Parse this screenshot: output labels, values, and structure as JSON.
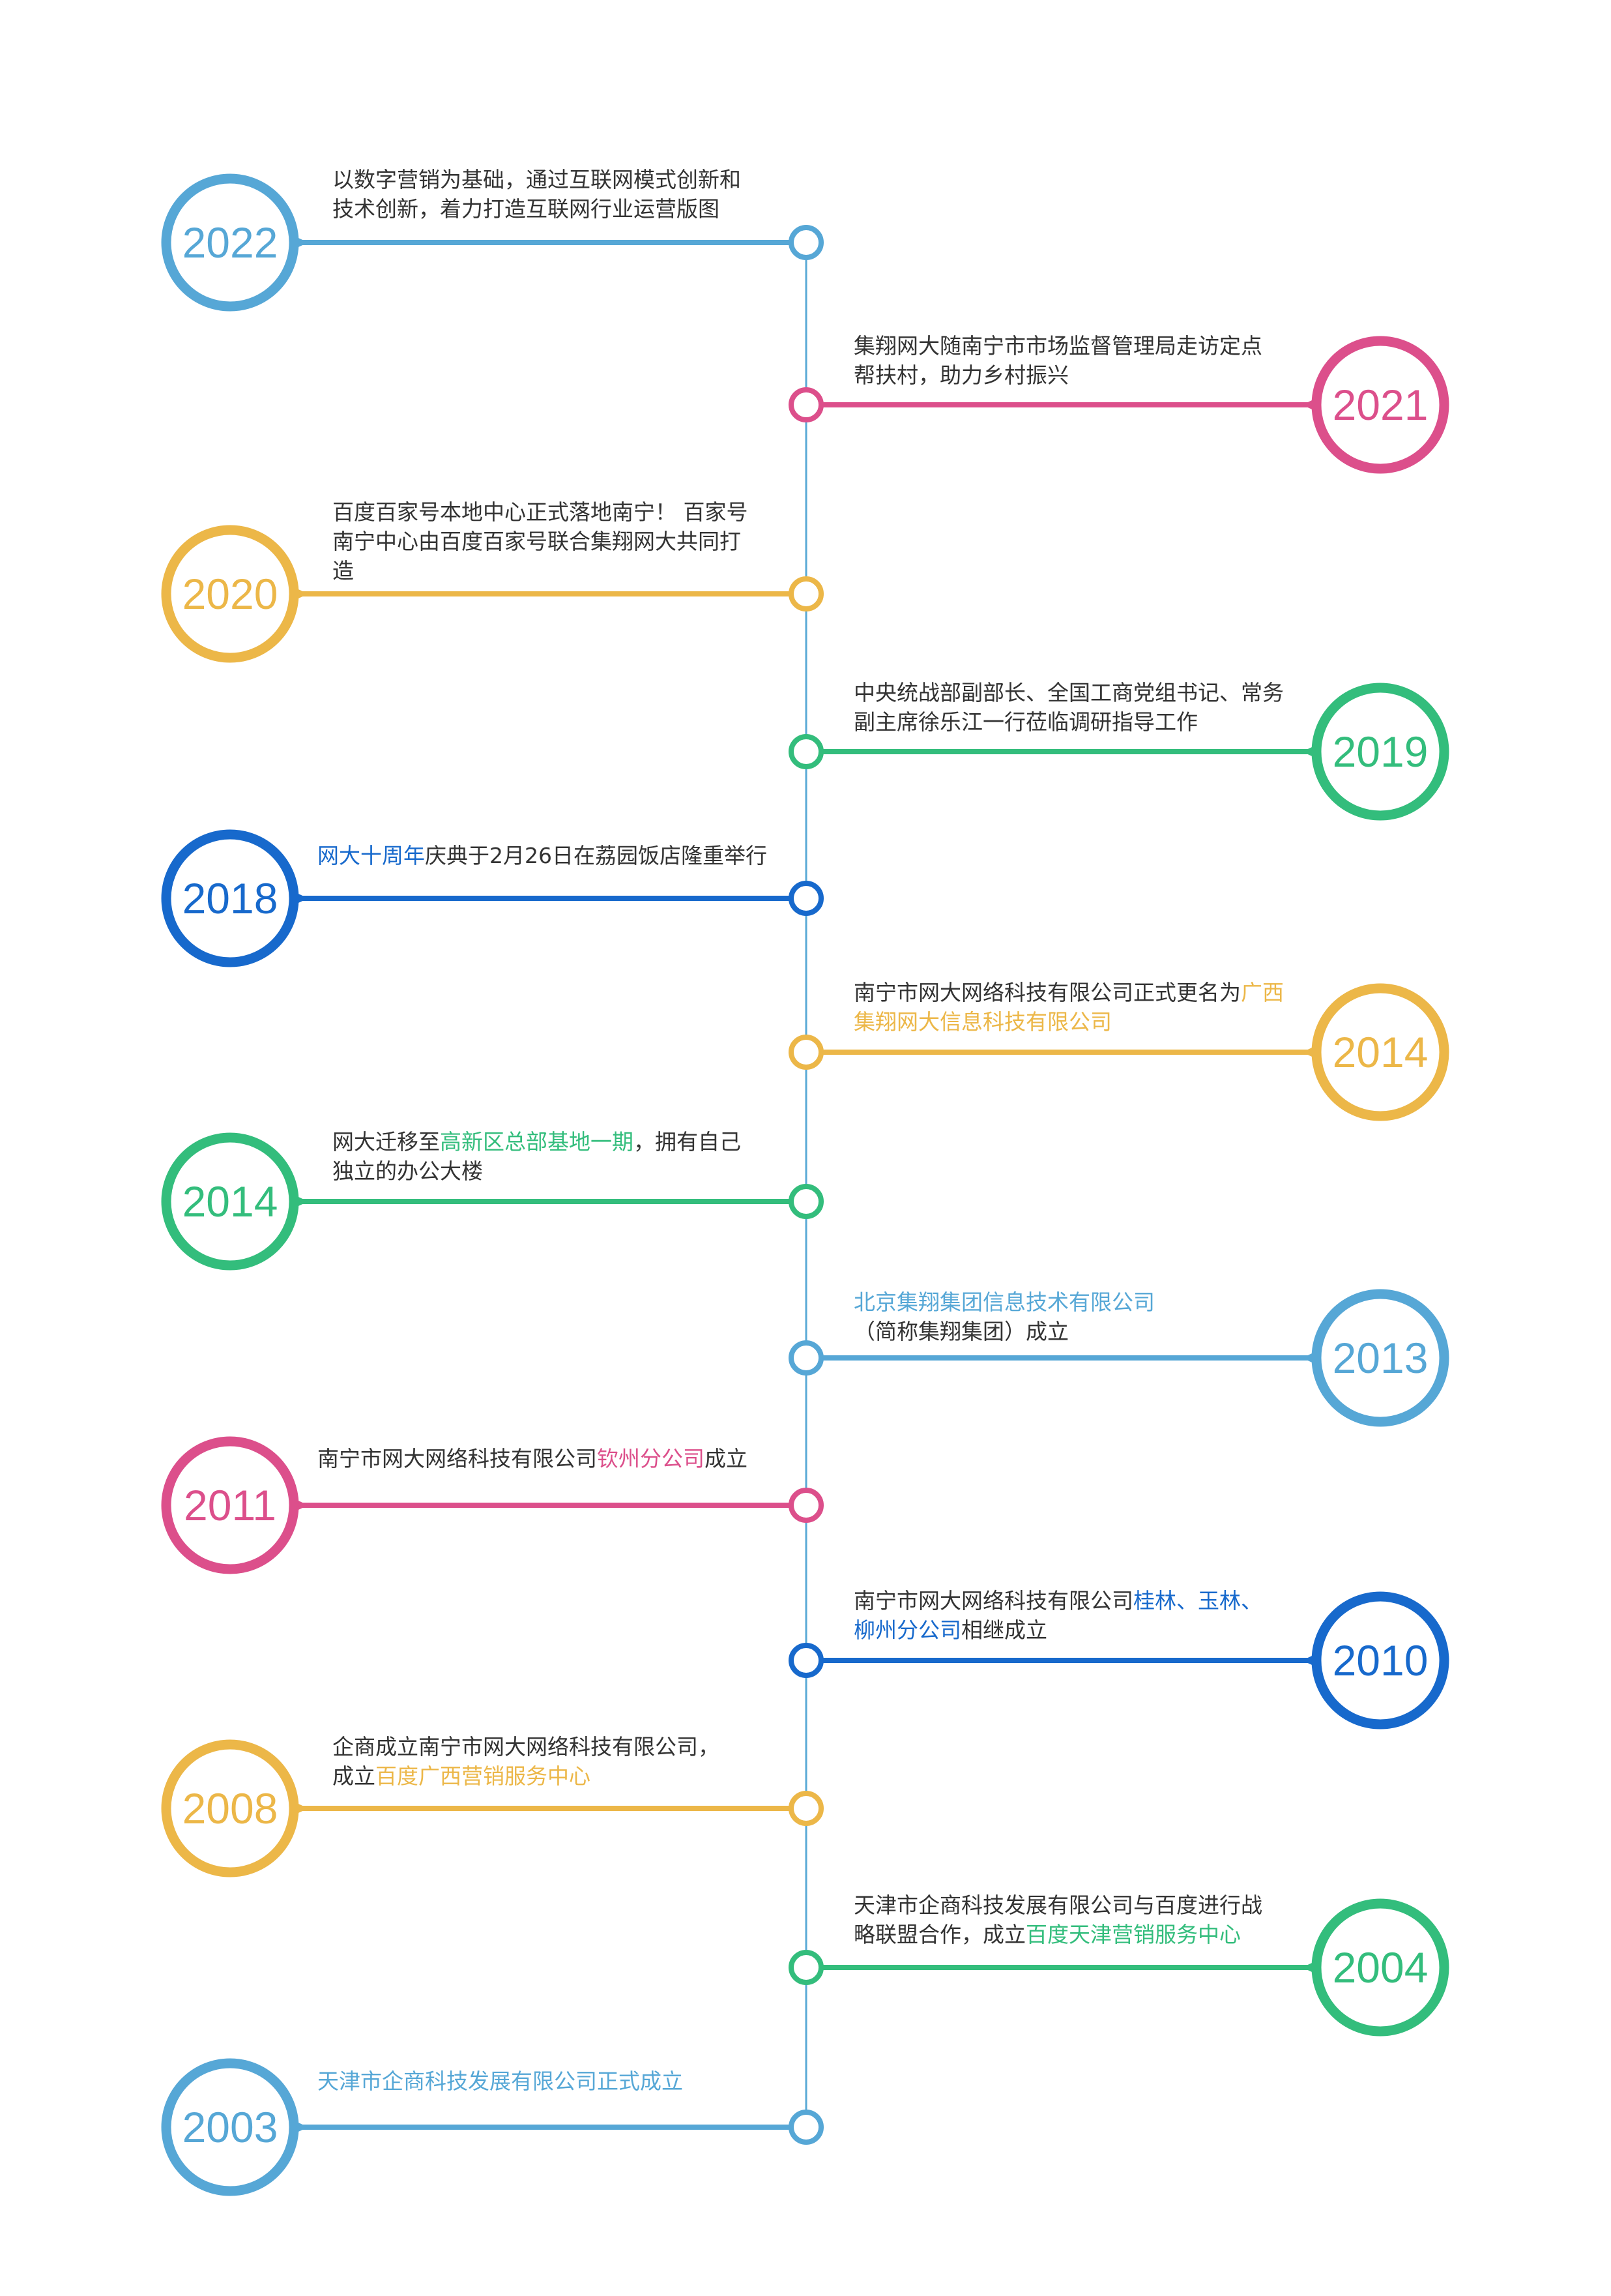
{
  "colors": {
    "axis": "#5aaad6",
    "blue_light": "#56a7d6",
    "pink": "#dc4f8b",
    "yellow": "#ecb748",
    "green": "#33bd7c",
    "blue_dark": "#1769cc",
    "text": "#333333"
  },
  "events": [
    {
      "year": "2022",
      "side": "left",
      "color": "#56a7d6",
      "lines": [
        [
          {
            "t": "以数字营销为基础，通过互联网模式创新和"
          }
        ],
        [
          {
            "t": "技术创新，着力打造互联网行业运营版图"
          }
        ]
      ]
    },
    {
      "year": "2021",
      "side": "right",
      "color": "#dc4f8b",
      "lines": [
        [
          {
            "t": "集翔网大随南宁市市场监督管理局走访定点"
          }
        ],
        [
          {
            "t": "帮扶村，助力乡村振兴"
          }
        ]
      ]
    },
    {
      "year": "2020",
      "side": "left",
      "color": "#ecb748",
      "lines": [
        [
          {
            "t": "百度百家号本地中心正式落地南宁！ 百家号"
          }
        ],
        [
          {
            "t": "南宁中心由百度百家号联合集翔网大共同打"
          }
        ],
        [
          {
            "t": "造"
          }
        ]
      ]
    },
    {
      "year": "2019",
      "side": "right",
      "color": "#33bd7c",
      "lines": [
        [
          {
            "t": "中央统战部副部长、全国工商党组书记、常务"
          }
        ],
        [
          {
            "t": "副主席徐乐江一行莅临调研指导工作"
          }
        ]
      ]
    },
    {
      "year": "2018",
      "side": "left",
      "color": "#1769cc",
      "lines": [
        [
          {
            "t": "网大十周年",
            "hl": true
          },
          {
            "t": "庆典于2月26日在荔园饭店隆重举行"
          }
        ]
      ]
    },
    {
      "year": "2014",
      "side": "right",
      "color": "#ecb748",
      "lines": [
        [
          {
            "t": "南宁市网大网络科技有限公司正式更名为"
          },
          {
            "t": "广西",
            "hl": true
          }
        ],
        [
          {
            "t": "集翔网大信息科技有限公司",
            "hl": true
          }
        ]
      ]
    },
    {
      "year": "2014",
      "side": "left",
      "color": "#33bd7c",
      "lines": [
        [
          {
            "t": "网大迁移至"
          },
          {
            "t": "高新区总部基地一期",
            "hl": true
          },
          {
            "t": "，拥有自己"
          }
        ],
        [
          {
            "t": "独立的办公大楼"
          }
        ]
      ]
    },
    {
      "year": "2013",
      "side": "right",
      "color": "#56a7d6",
      "lines": [
        [
          {
            "t": "北京集翔集团信息技术有限公司",
            "hl": true
          }
        ],
        [
          {
            "t": "（简称集翔集团）成立"
          }
        ]
      ]
    },
    {
      "year": "2011",
      "side": "left",
      "color": "#dc4f8b",
      "lines": [
        [
          {
            "t": "南宁市网大网络科技有限公司"
          },
          {
            "t": "钦州分公司",
            "hl": true
          },
          {
            "t": "成立"
          }
        ]
      ]
    },
    {
      "year": "2010",
      "side": "right",
      "color": "#1769cc",
      "lines": [
        [
          {
            "t": "南宁市网大网络科技有限公司"
          },
          {
            "t": "桂林、玉林、",
            "hl": true
          }
        ],
        [
          {
            "t": "柳州分公司",
            "hl": true
          },
          {
            "t": "相继成立"
          }
        ]
      ]
    },
    {
      "year": "2008",
      "side": "left",
      "color": "#ecb748",
      "lines": [
        [
          {
            "t": "企商成立南宁市网大网络科技有限公司，"
          }
        ],
        [
          {
            "t": "成立"
          },
          {
            "t": "百度广西营销服务中心",
            "hl": true
          }
        ]
      ]
    },
    {
      "year": "2004",
      "side": "right",
      "color": "#33bd7c",
      "lines": [
        [
          {
            "t": "天津市企商科技发展有限公司与百度进行战"
          }
        ],
        [
          {
            "t": "略联盟合作，成立"
          },
          {
            "t": "百度天津营销服务中心",
            "hl": true
          }
        ]
      ]
    },
    {
      "year": "2003",
      "side": "left",
      "color": "#56a7d6",
      "lines": [
        [
          {
            "t": "天津市企商科技发展有限公司正式成立",
            "hl": true
          }
        ]
      ]
    }
  ]
}
